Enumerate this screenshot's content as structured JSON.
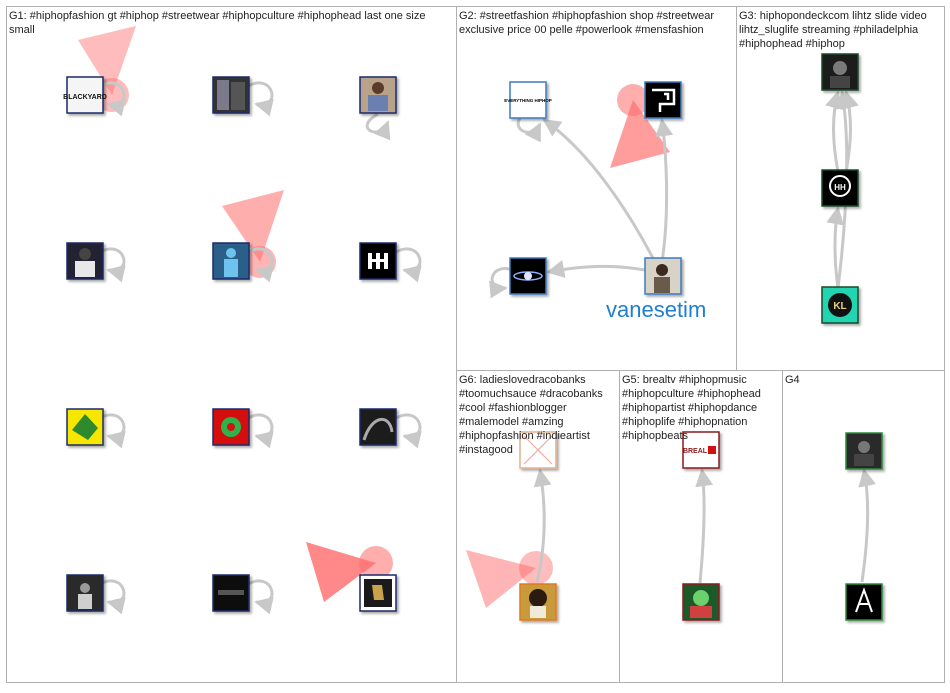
{
  "panels": [
    {
      "id": "G1",
      "title": "G1: #hiphopfashion gt #hiphop #streetwear #hiphopculture #hiphophead last one size small"
    },
    {
      "id": "G2",
      "title": "G2: #streetfashion #hiphopfashion shop #streetwear exclusive price 00 pelle #powerlook #mensfashion"
    },
    {
      "id": "G3",
      "title": "G3: hiphopondeckcom lihtz slide video lihtz_sluglife streaming #philadelphia #hiphophead #hiphop"
    },
    {
      "id": "G6",
      "title": "G6: ladieslovedracobanks #toomuchsauce #dracobanks #cool #fashionblogger #malemodel #amzing #hiphopfashion #indieartist #instagood"
    },
    {
      "id": "G5",
      "title": "G5: brealtv #hiphopmusic #hiphopculture #hiphophead #hiphopartist #hiphopdance #hiphoplife #hiphopnation #hiphopbeats"
    },
    {
      "id": "G4",
      "title": "G4"
    }
  ],
  "node_labels": {
    "vanesetim": "vanesetim",
    "everything_hiphop": "EVERYTHING HIPHOP",
    "breal": "BREAL",
    "kl": "KL",
    "blackyard": "BLACKYARD"
  },
  "colors": {
    "border": "#b0b0b0",
    "edge": "#c8c8c8",
    "highlight": "#ff6b6b",
    "label_accent": "#1e7fd0"
  }
}
